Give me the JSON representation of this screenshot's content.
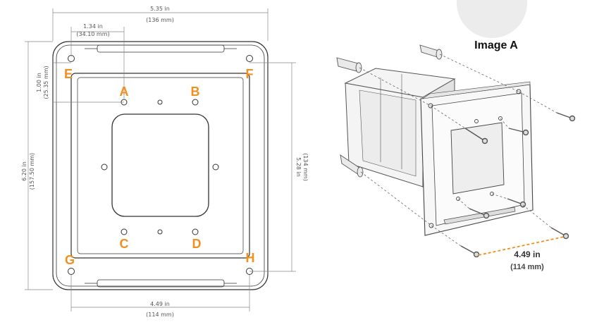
{
  "dimensions": {
    "overall_width_in": "5.35 in",
    "overall_width_mm": "(136 mm)",
    "offset_in": "1.34 in",
    "offset_mm": "(34.10 mm)",
    "top_margin_in": "1.00 in",
    "top_margin_mm": "(25.35 mm)",
    "overall_height_in": "6.20 in",
    "overall_height_mm": "(157.50 mm)",
    "inner_height_in": "5.28 in",
    "inner_height_mm": "(134 mm)",
    "bottom_width_in": "4.49 in",
    "bottom_width_mm": "(114 mm)"
  },
  "holes": [
    "A",
    "B",
    "C",
    "D",
    "E",
    "F",
    "G",
    "H"
  ],
  "image_a": {
    "title": "Image A",
    "span_in": "4.49 in",
    "span_mm": "(114 mm)"
  },
  "colors": {
    "accent": "#f0901e",
    "line": "#333333",
    "dim_line": "#888888"
  }
}
